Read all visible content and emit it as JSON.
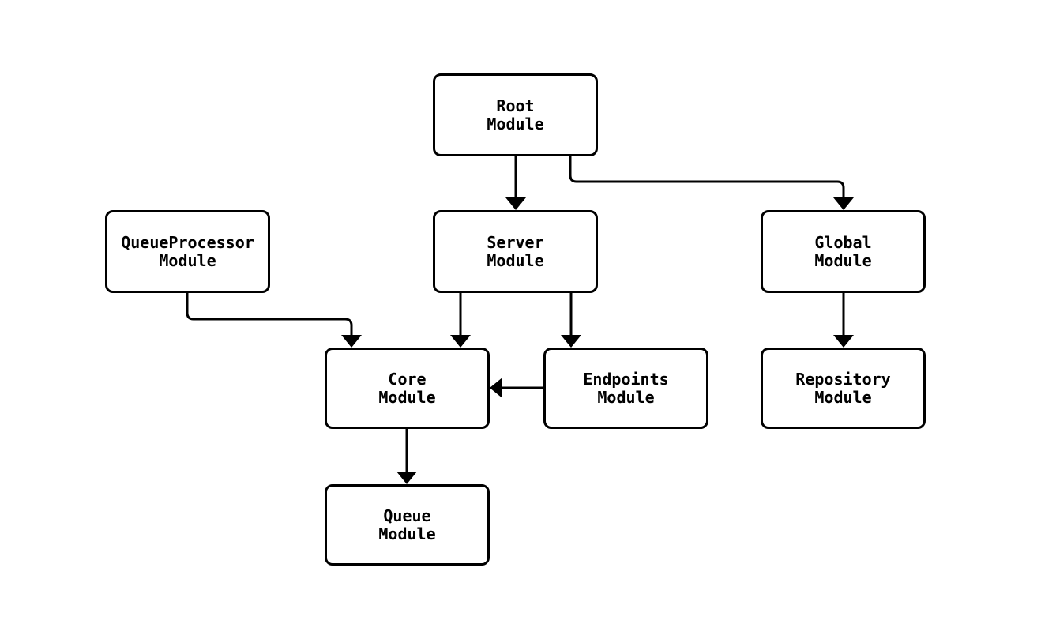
{
  "diagram": {
    "type": "module-dependency-graph",
    "background_color": "#ffffff",
    "stroke_color": "#000000",
    "text_color": "#000000",
    "nodes": [
      {
        "id": "root",
        "label": "Root\nModule"
      },
      {
        "id": "queueprocessor",
        "label": "QueueProcessor\nModule"
      },
      {
        "id": "server",
        "label": "Server\nModule"
      },
      {
        "id": "global",
        "label": "Global\nModule"
      },
      {
        "id": "core",
        "label": "Core\nModule"
      },
      {
        "id": "endpoints",
        "label": "Endpoints\nModule"
      },
      {
        "id": "repository",
        "label": "Repository\nModule"
      },
      {
        "id": "queue",
        "label": "Queue\nModule"
      }
    ],
    "edges": [
      {
        "from": "Root Module",
        "to": "Server Module"
      },
      {
        "from": "Root Module",
        "to": "Global Module"
      },
      {
        "from": "QueueProcessor Module",
        "to": "Core Module"
      },
      {
        "from": "Server Module",
        "to": "Core Module"
      },
      {
        "from": "Server Module",
        "to": "Endpoints Module"
      },
      {
        "from": "Endpoints Module",
        "to": "Core Module"
      },
      {
        "from": "Global Module",
        "to": "Repository Module"
      },
      {
        "from": "Core Module",
        "to": "Queue Module"
      }
    ]
  }
}
